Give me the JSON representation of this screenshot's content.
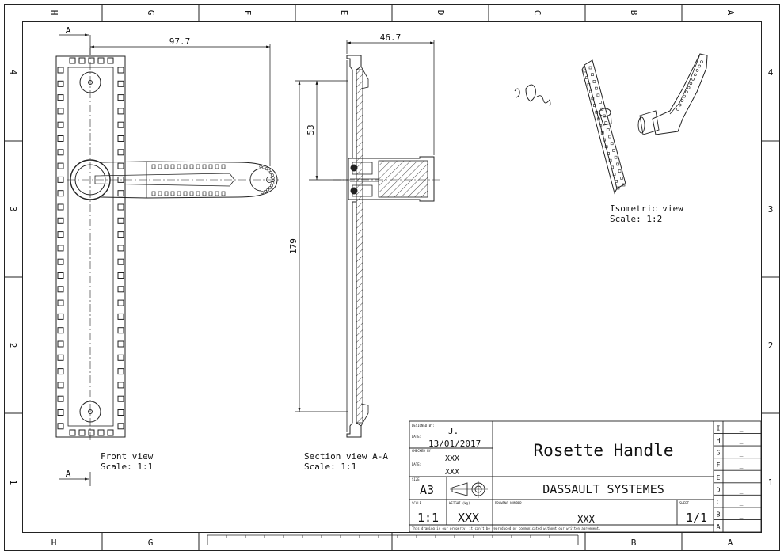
{
  "border": {
    "top_letters": [
      "H",
      "G",
      "F",
      "E",
      "D",
      "C",
      "B",
      "A"
    ],
    "bottom_letters": [
      "H",
      "G",
      "B",
      "A"
    ],
    "side_numbers": [
      "4",
      "3",
      "2",
      "1"
    ]
  },
  "views": {
    "front": {
      "label": "Front view",
      "scale": "Scale:  1:1",
      "dim_width": "97.7",
      "section_mark": "A"
    },
    "section": {
      "label": "Section view A-A",
      "scale": "Scale:  1:1",
      "dim_depth": "46.7",
      "dim_upper": "53",
      "dim_height": "179"
    },
    "isometric": {
      "label": "Isometric view",
      "scale": "Scale:  1:2"
    }
  },
  "title_block": {
    "designed_by_label": "DESIGNED BY:",
    "designed_by": "J.",
    "date_label": "DATE:",
    "date": "13/01/2017",
    "checked_by_label": "CHECKED BY:",
    "checked_by": "XXX",
    "date2_label": "DATE:",
    "date2": "XXX",
    "size_label": "SIZE",
    "size": "A3",
    "title": "Rosette Handle",
    "company": "DASSAULT SYSTEMES",
    "scale_label": "SCALE",
    "scale": "1:1",
    "weight_label": "WEIGHT (kg)",
    "weight": "XXX",
    "drawing_number_label": "DRAWING NUMBER",
    "drawing_number": "XXX",
    "sheet_label": "SHEET",
    "sheet": "1/1",
    "footer": "This drawing is our property; it can't be reproduced or communicated without our written agreement.",
    "revisions": [
      {
        "letter": "I",
        "value": "_"
      },
      {
        "letter": "H",
        "value": "_"
      },
      {
        "letter": "G",
        "value": "_"
      },
      {
        "letter": "F",
        "value": "_"
      },
      {
        "letter": "E",
        "value": "_"
      },
      {
        "letter": "D",
        "value": "_"
      },
      {
        "letter": "C",
        "value": "_"
      },
      {
        "letter": "B",
        "value": "_"
      },
      {
        "letter": "A",
        "value": "_"
      }
    ]
  }
}
